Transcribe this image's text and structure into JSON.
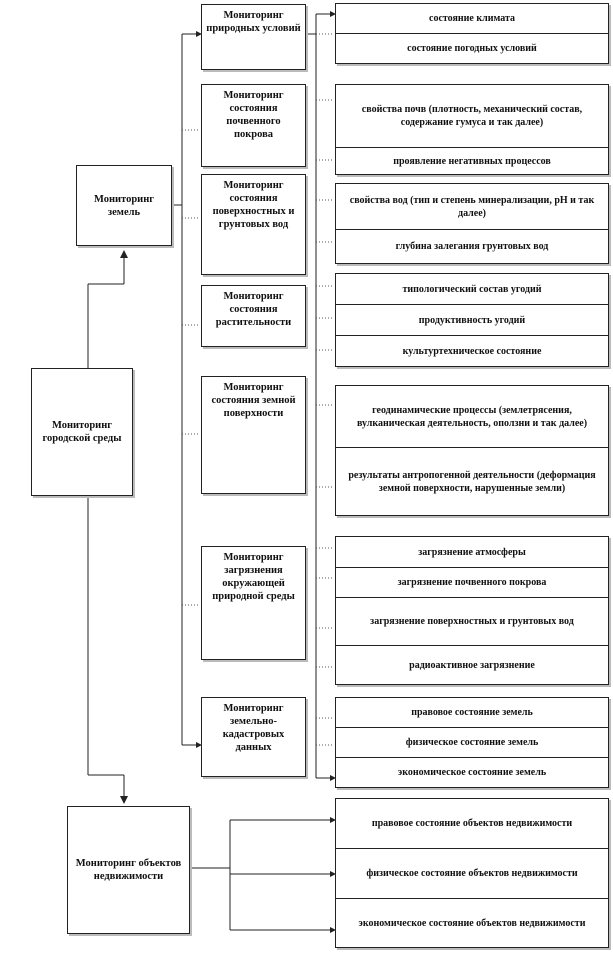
{
  "urban": "Мониторинг городской среды",
  "land": "Мониторинг земель",
  "realty": {
    "title": "Мониторинг объектов недвижимости",
    "items": [
      "правовое состояние объектов недвижимости",
      "физическое состояние объектов недвижимости",
      "экономическое состояние объектов недвижимости"
    ]
  },
  "groups": [
    {
      "title": "Мониторинг природных условий",
      "items": [
        "состояние климата",
        "состояние погодных условий"
      ]
    },
    {
      "title": "Мониторинг состояния почвенного покрова",
      "items": [
        "свойства почв (плотность, механический состав, содержание гумуса и так далее)",
        "проявление негативных процессов"
      ]
    },
    {
      "title": "Мониторинг состояния поверхностных и грунтовых вод",
      "items": [
        "свойства вод (тип и степень минерализации, pH и так далее)",
        "глубина залегания грунтовых вод"
      ]
    },
    {
      "title": "Мониторинг состояния растительности",
      "items": [
        "типологический состав угодий",
        "продуктивность угодий",
        "культуртехническое состояние"
      ]
    },
    {
      "title": "Мониторинг состояния земной поверхности",
      "items": [
        "геодинамические процессы (землетрясения, вулканическая деятельность, оползни и так далее)",
        "результаты антропогенной деятельности (деформация земной поверхности, нарушенные земли)"
      ]
    },
    {
      "title": "Мониторинг загрязнения окружающей природной среды",
      "items": [
        "загрязнение атмосферы",
        "загрязнение почвенного покрова",
        "загрязнение поверхностных и грунтовых вод",
        "радиоактивное загрязнение"
      ]
    },
    {
      "title": "Мониторинг земельно-кадастровых данных",
      "items": [
        "правовое состояние земель",
        "физическое состояние земель",
        "экономическое состояние земель"
      ]
    }
  ]
}
